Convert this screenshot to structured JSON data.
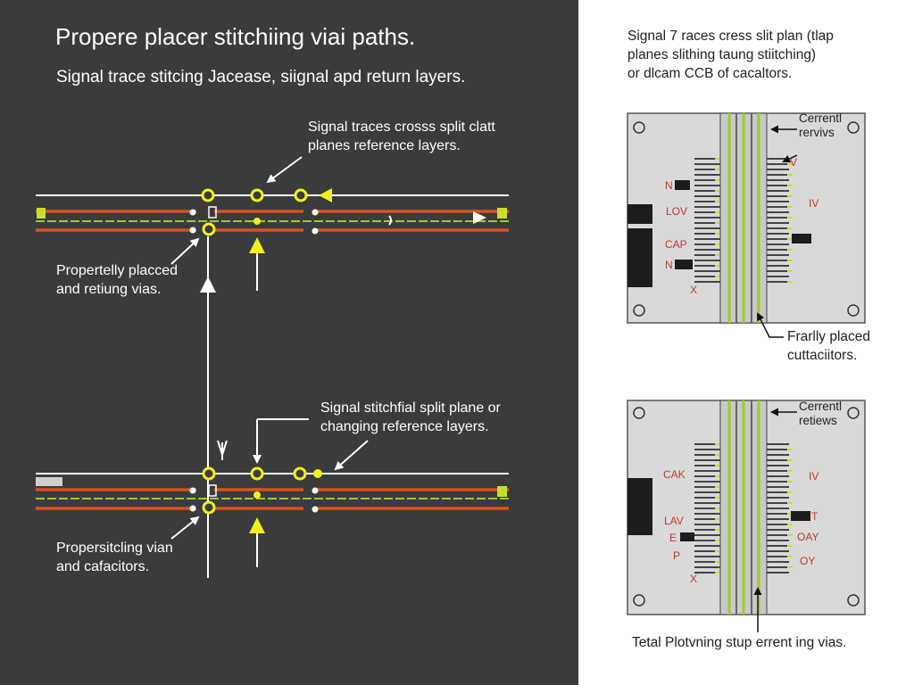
{
  "left": {
    "title": "Propere placer stitchiing viai paths.",
    "subtitle": "Signal trace stitcing Jacease, siignal apd return layers.",
    "top_callout": [
      "Signal traces crosss split clatt",
      "planes reference layers."
    ],
    "top_left_label": [
      "Propertelly placced",
      "and retiung vias."
    ],
    "bottom_callout": [
      "Signal stitchfial split plane or",
      "changing reference layers."
    ],
    "bottom_left_label": [
      "Propersitcling vian",
      "and cafacitors."
    ]
  },
  "right": {
    "header": [
      "Signal 7 races cress slit plan (tlap",
      "planes slithing taung stiitching)",
      "or dlcam CCB of cacaltors."
    ],
    "top_board": {
      "callout": [
        "Cerrentl",
        "rervivs"
      ],
      "bottom_label": [
        "Frarlly placed",
        "cuttaciitors."
      ],
      "left_marks": [
        "N",
        "LOV",
        "CAP",
        "N",
        "X"
      ],
      "right_marks": [
        "V",
        "IV"
      ]
    },
    "bottom_board": {
      "callout": [
        "Cerrentl",
        "retiews"
      ],
      "left_marks": [
        "CAK",
        "LAV",
        "E",
        "P",
        "X"
      ],
      "right_marks": [
        "IV",
        "T",
        "OAY",
        "OY"
      ]
    },
    "footer": "Tetal Plotvning stup errent ing vias."
  },
  "colors": {
    "panel_dark": "#3a3b3d",
    "trace_orange": "#d9531e",
    "trace_green": "#9ccc2a",
    "via_yellow": "#f2ef1a",
    "board_gray": "#d9d9d9"
  }
}
